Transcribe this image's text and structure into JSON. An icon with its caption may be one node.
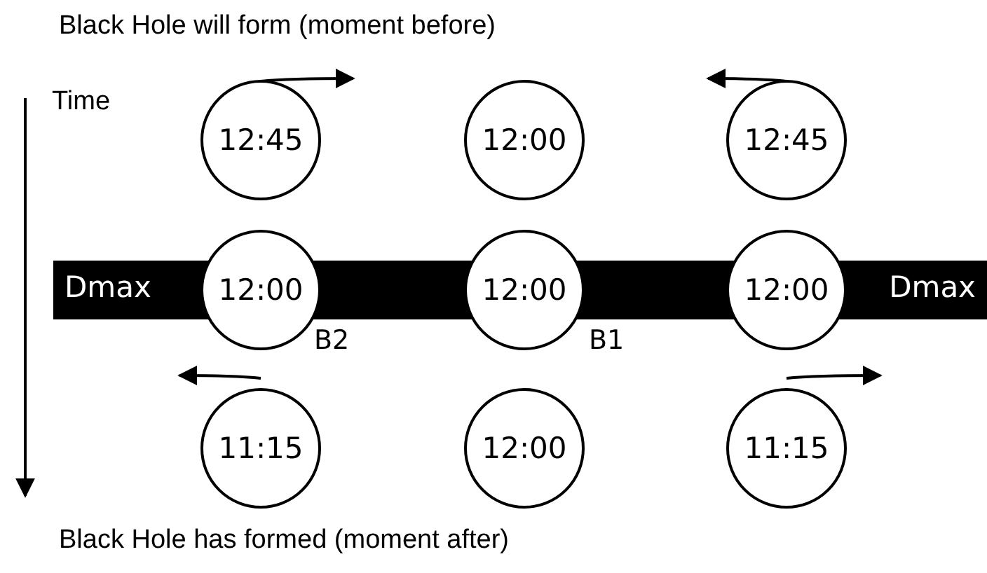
{
  "diagram": {
    "nodes": [
      {
        "text": [
          "12:45"
        ]
      },
      {
        "text": [
          "12:00"
        ]
      },
      {
        "text": [
          "12:45"
        ]
      },
      {
        "text": [
          "Dmax",
          "Dmax"
        ]
      },
      {
        "text": [
          "12:00"
        ]
      },
      {
        "text": [
          "12:00"
        ]
      },
      {
        "text": [
          "12:00"
        ]
      },
      {
        "text": [
          "11:15"
        ]
      },
      {
        "text": [
          "12:00"
        ]
      },
      {
        "text": [
          "11:15"
        ]
      }
    ],
    "labels": [
      "Black Hole will form (moment before)",
      "Time",
      "B2",
      "B1",
      "Black Hole has formed (moment after)"
    ]
  }
}
